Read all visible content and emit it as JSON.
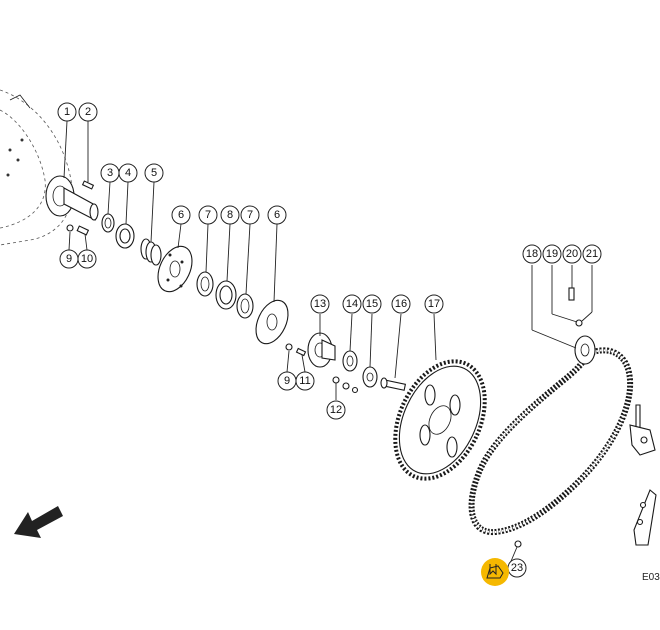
{
  "diagram": {
    "part_numbers": [
      "1",
      "2",
      "3",
      "4",
      "5",
      "6",
      "7",
      "8",
      "7",
      "6",
      "9",
      "10",
      "13",
      "14",
      "15",
      "16",
      "17",
      "9",
      "11",
      "12",
      "18",
      "19",
      "20",
      "21",
      "23"
    ],
    "highlighted_marker": "bookmark-icon",
    "highlight_color": "#f5b800",
    "drawing_code": "E03",
    "direction_arrow": "arrow-down-left-icon"
  }
}
